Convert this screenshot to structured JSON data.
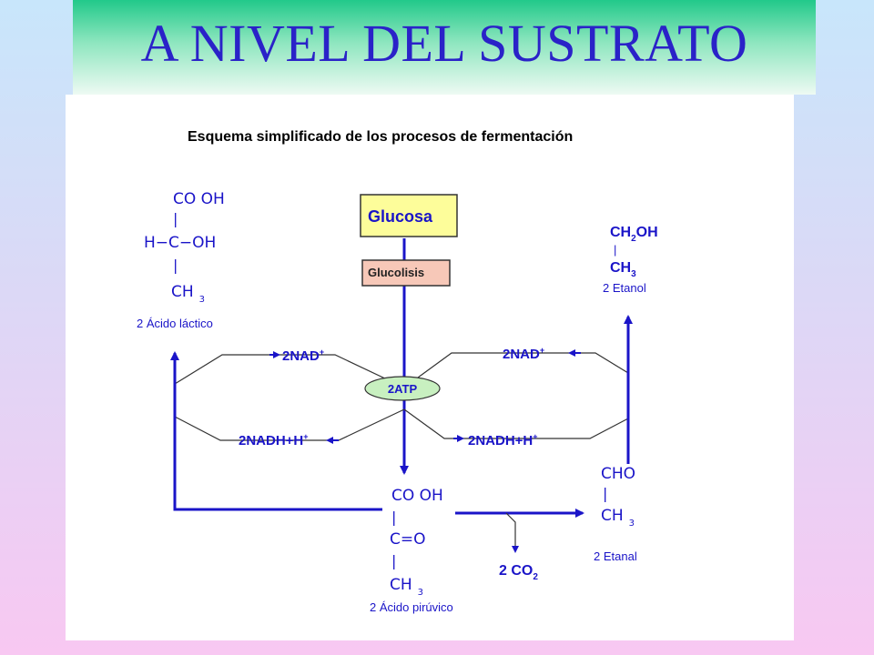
{
  "slide": {
    "title": "A NIVEL DEL SUSTRATO"
  },
  "diagram": {
    "heading": "Esquema simplificado de los procesos de fermentación",
    "glucosa": "Glucosa",
    "glucolisis": "Glucolisis",
    "atp": "2ATP",
    "nad_left": "2NAD",
    "nad_right": "2NAD",
    "nadh_left": "2NADH+H",
    "nadh_right": "2NADH+H",
    "plus": "+",
    "lactico": {
      "line1": "CO OH",
      "line2": "|",
      "line3": "H−C−OH",
      "line4": "|",
      "line5_main": "CH",
      "line5_sub": "3",
      "caption": "2 Ácido láctico"
    },
    "etanol": {
      "line1_a": "CH",
      "line1_sub": "2",
      "line1_b": "OH",
      "line2": "|",
      "line3_main": "CH",
      "line3_sub": "3",
      "caption": "2 Etanol"
    },
    "piruvico": {
      "line1": "CO OH",
      "line2": "|",
      "line3": "C=O",
      "line4": "|",
      "line5_main": "CH",
      "line5_sub": "3",
      "caption": "2 Ácido pirúvico"
    },
    "etanal": {
      "line1": "CHO",
      "line2": "|",
      "line3_main": "CH",
      "line3_sub": "3",
      "caption": "2 Etanal"
    },
    "co2": {
      "prefix": "2 ",
      "main": "CO",
      "sub": "2"
    }
  },
  "colors": {
    "title_text": "#2a22c8",
    "banner_top": "#22c98a",
    "diagram_blue": "#1a14c8",
    "glucosa_box": "#fdfd9a",
    "glucolisis_box": "#f7c8b8",
    "atp_ellipse": "#c8f0c0"
  }
}
